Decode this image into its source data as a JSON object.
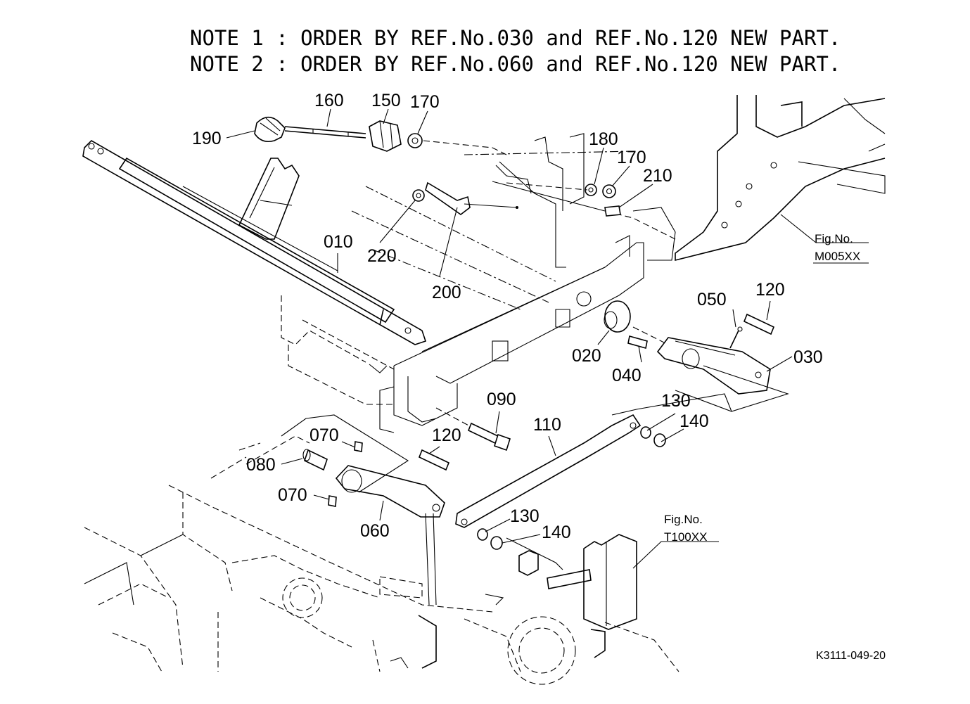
{
  "notes": [
    "NOTE 1 : ORDER BY REF.No.030 and REF.No.120 NEW PART.",
    "NOTE 2 : ORDER BY REF.No.060 and REF.No.120 NEW PART."
  ],
  "part_labels": {
    "p160": "160",
    "p150": "150",
    "p170a": "170",
    "p190": "190",
    "p180": "180",
    "p170b": "170",
    "p210": "210",
    "p220": "220",
    "p010": "010",
    "p200": "200",
    "p050": "050",
    "p120a": "120",
    "p030": "030",
    "p020": "020",
    "p040": "040",
    "p090": "090",
    "p130a": "130",
    "p140a": "140",
    "p110": "110",
    "p070a": "070",
    "p120b": "120",
    "p080": "080",
    "p070b": "070",
    "p060": "060",
    "p130b": "130",
    "p140b": "140"
  },
  "figure_refs": [
    {
      "line1": "Fig.No.",
      "line2": "M005XX"
    },
    {
      "line1": "Fig.No.",
      "line2": "T100XX"
    }
  ],
  "drawing_code": "K3111-049-20"
}
